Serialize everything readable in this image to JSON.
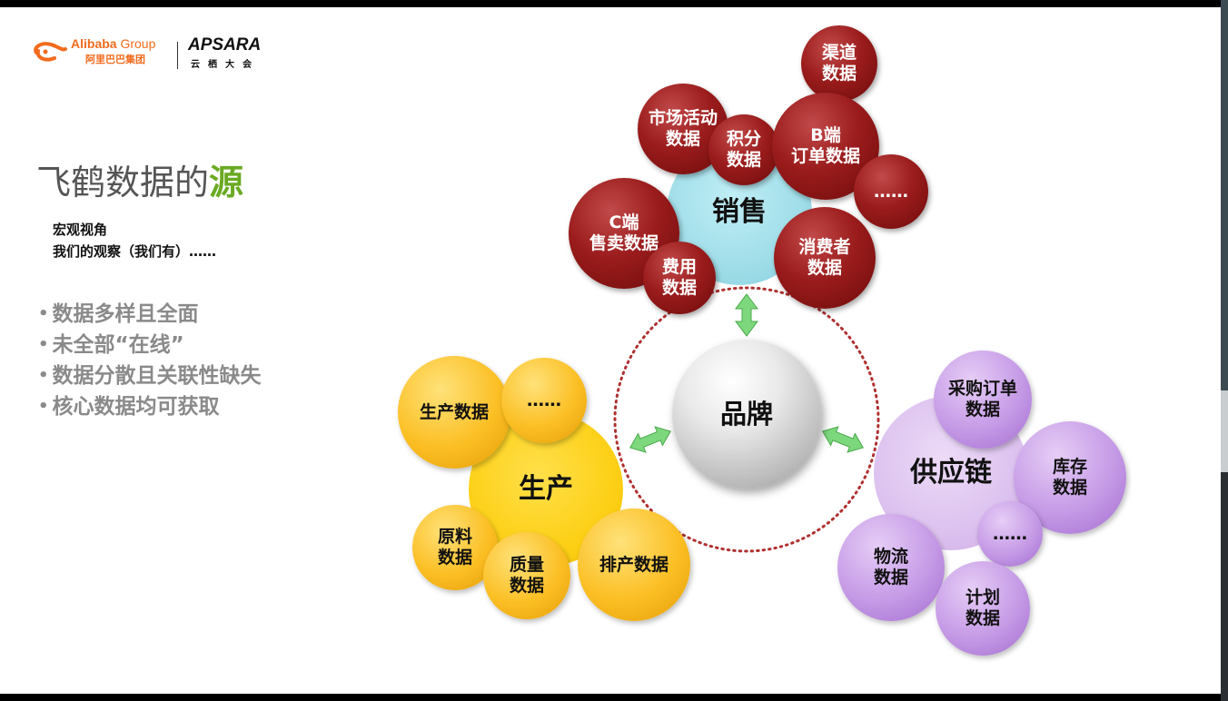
{
  "logo": {
    "alibaba_text": "Alibaba",
    "alibaba_group": "Group",
    "alibaba_cn": "阿里巴巴集团",
    "apsara_text": "APSARA",
    "apsara_cn": "云栖大会"
  },
  "title": {
    "main": "飞鹤数据的",
    "highlight": "源"
  },
  "subtitle": {
    "line1": "宏观视角",
    "line2": "我们的观察（我们有）……"
  },
  "bullets": [
    "数据多样且全面",
    "未全部“在线”",
    "数据分散且关联性缺失",
    "核心数据均可获取"
  ],
  "colors": {
    "red": "#9b1c1c",
    "yellow": "#fbbf24",
    "purple": "#c59ae6",
    "cyan": "#9fdde8",
    "arrow": "#7dd87d",
    "dotted": "#b03030",
    "title_highlight": "#6aaa22"
  },
  "diagram": {
    "center": "品牌",
    "sales": {
      "label": "销售",
      "items": [
        "渠道\n数据",
        "市场活动\n数据",
        "积分\n数据",
        "B端\n订单数据",
        "……",
        "C端\n售卖数据",
        "费用\n数据",
        "消费者\n数据"
      ]
    },
    "production": {
      "label": "生产",
      "items": [
        "生产数据",
        "……",
        "原料\n数据",
        "质量\n数据",
        "排产数据"
      ]
    },
    "supply": {
      "label": "供应链",
      "items": [
        "采购订单\n数据",
        "库存\n数据",
        "……",
        "物流\n数据",
        "计划\n数据"
      ]
    }
  }
}
